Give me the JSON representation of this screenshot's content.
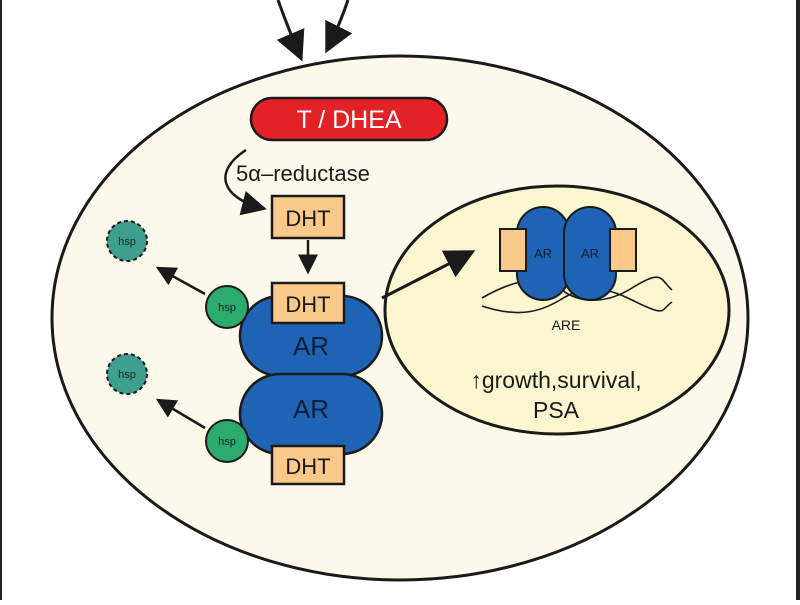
{
  "diagram": {
    "hormone_label": "T / DHEA",
    "enzyme_label": "5α–reductase",
    "dht_label": "DHT",
    "ar_label": "AR",
    "hsp_label": "hsp",
    "are_label": "ARE",
    "outcome_arrow": "↑",
    "outcome_line1": "growth,survival,",
    "outcome_line2": "PSA"
  },
  "colors": {
    "cell_fill": "#fdf9ea",
    "nucleus_fill": "#fbf5d0",
    "hormone_red": "#e32228",
    "dht_orange": "#fbc98a",
    "ar_blue": "#1f64b4",
    "hsp_green": "#2daa6e",
    "hsp_released": "#3f9f8f",
    "outline": "#1a1a1a"
  }
}
